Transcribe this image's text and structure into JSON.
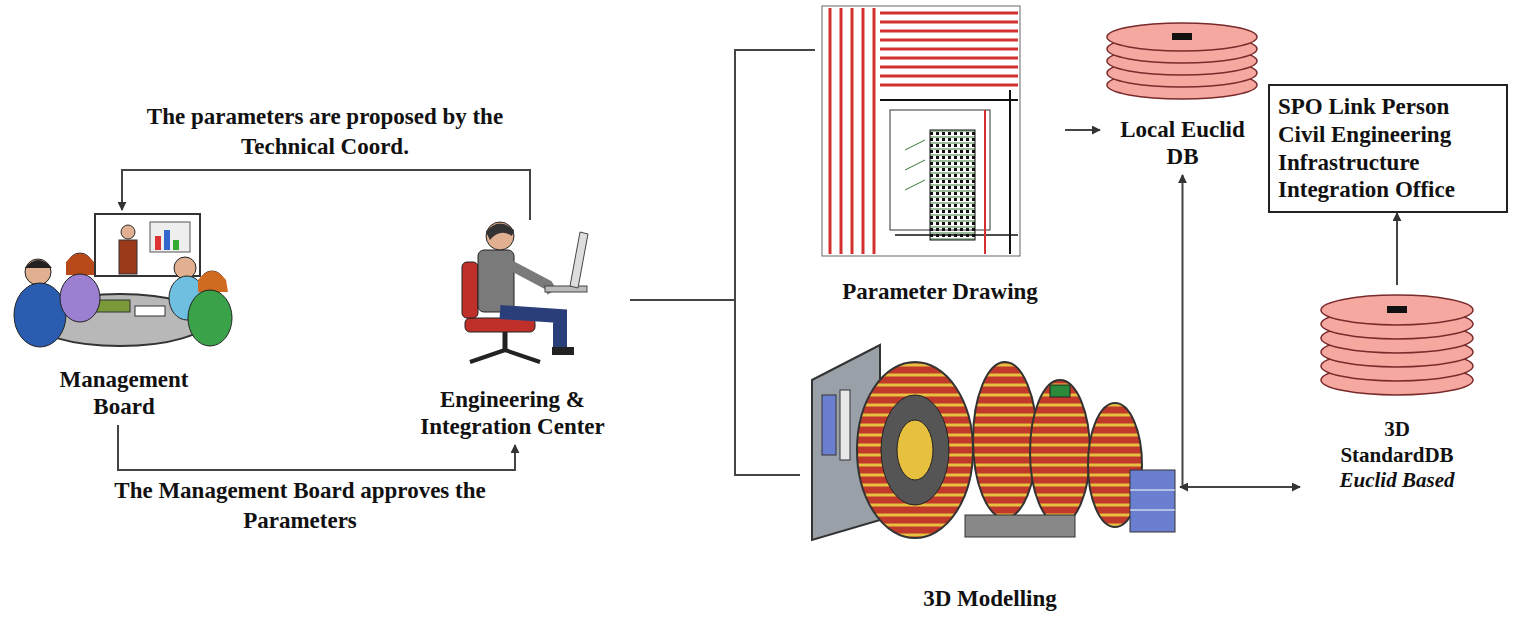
{
  "diagram": {
    "nodes": [
      {
        "text": [
          "Management Board"
        ]
      },
      {
        "text": [
          "Engineering & Integration Center"
        ]
      },
      {
        "text": [
          "Parameter Drawing"
        ]
      },
      {
        "text": [
          "Local Euclid DB"
        ]
      },
      {
        "text": [
          "SPO Link Person Civil Engineering Infrastructure Integration Office"
        ]
      },
      {
        "text": [
          "3D Modelling"
        ]
      },
      {
        "text": [
          "3D StandardDB",
          "Euclid Based"
        ]
      }
    ],
    "edges": [
      {
        "from": 1,
        "to": 0,
        "arrow": "to",
        "label": "The parameters are proposed by the Technical Coord."
      },
      {
        "from": 0,
        "to": 1,
        "arrow": "to",
        "label": "The Management Board approves the Parameters"
      },
      {
        "from": 1,
        "to": 2,
        "arrow": "none"
      },
      {
        "from": 1,
        "to": 5,
        "arrow": "none"
      },
      {
        "from": 2,
        "to": 3,
        "arrow": "to"
      },
      {
        "from": 5,
        "to": 3,
        "arrow": "to"
      },
      {
        "from": 5,
        "to": 6,
        "arrow": "both"
      },
      {
        "from": 6,
        "to": 4,
        "arrow": "to"
      }
    ]
  }
}
